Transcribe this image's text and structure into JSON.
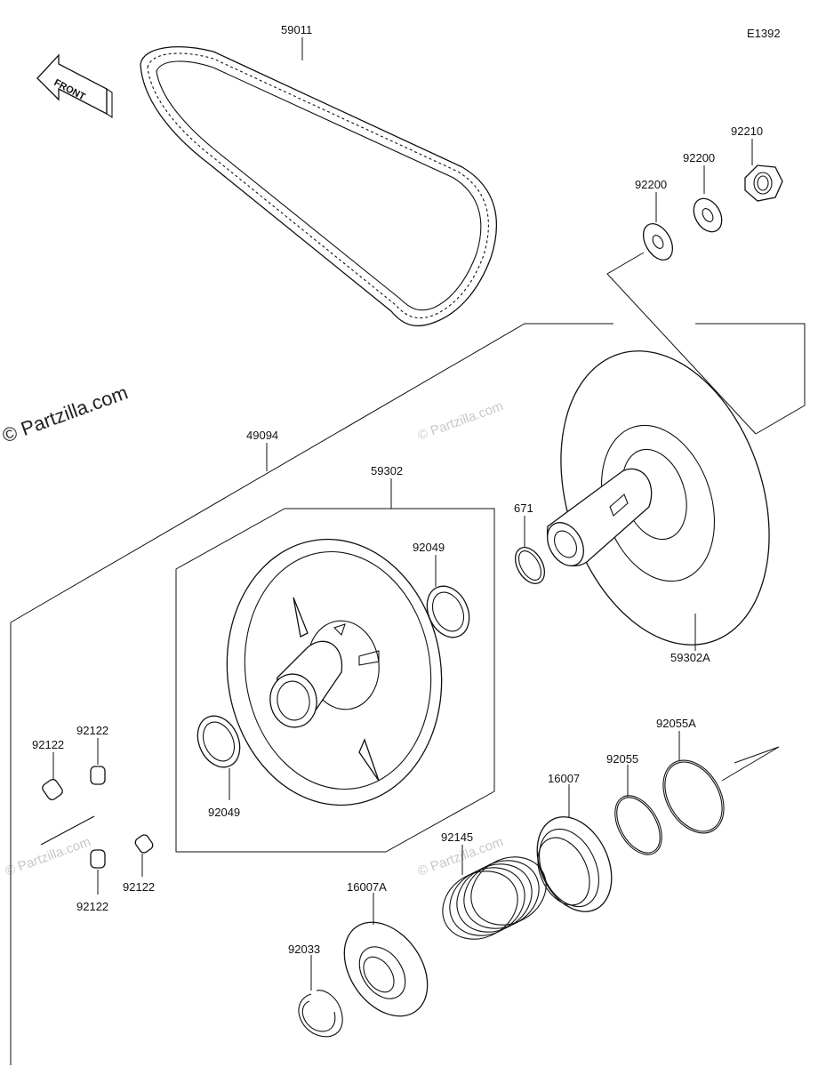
{
  "diagram": {
    "code": "E1392",
    "front_label": "FRONT",
    "watermark_main": "© Partzilla.com",
    "watermark_faint": "© Partzilla.com"
  },
  "parts": {
    "belt": "59011",
    "nut": "92210",
    "washer_outer": "92200",
    "washer_inner": "92200",
    "assembly": "49094",
    "sheave_movable": "59302",
    "ring": "671",
    "bushing_upper": "92049",
    "bushing_lower": "92049",
    "sheave_fixed": "59302A",
    "cam": "16007",
    "cam_a": "16007A",
    "spring": "92145",
    "seal_ring": "92055",
    "seal_ring_a": "92055A",
    "circlip": "92033",
    "slider_1": "92122",
    "slider_2": "92122",
    "slider_3": "92122",
    "slider_4": "92122"
  }
}
